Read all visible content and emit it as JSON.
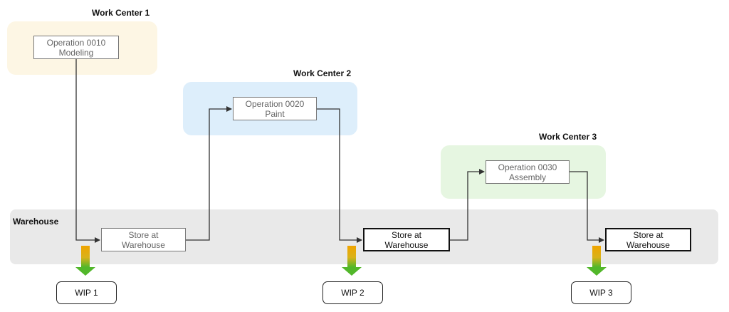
{
  "work_centers": [
    {
      "title": "Work Center 1",
      "operation": {
        "line1": "Operation 0010",
        "line2": "Modeling"
      }
    },
    {
      "title": "Work Center 2",
      "operation": {
        "line1": "Operation 0020",
        "line2": "Paint"
      }
    },
    {
      "title": "Work Center 3",
      "operation": {
        "line1": "Operation 0030",
        "line2": "Assembly"
      }
    }
  ],
  "warehouse": {
    "title": "Warehouse",
    "stores": [
      {
        "line1": "Store at",
        "line2": "Warehouse"
      },
      {
        "line1": "Store at",
        "line2": "Warehouse"
      },
      {
        "line1": "Store at",
        "line2": "Warehouse"
      }
    ]
  },
  "wip": [
    {
      "label": "WIP 1"
    },
    {
      "label": "WIP 2"
    },
    {
      "label": "WIP 3"
    }
  ],
  "colors": {
    "work_center_1": "#fdf6e4",
    "work_center_2": "#ddeefb",
    "work_center_3": "#e6f6e1",
    "warehouse": "#e9e9e9",
    "wip_arrow_top": "#f0a400",
    "wip_arrow_bottom": "#52b72a"
  }
}
